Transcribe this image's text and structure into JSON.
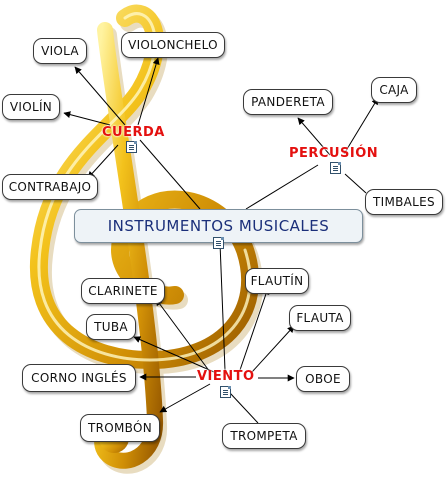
{
  "center": {
    "label": "INSTRUMENTOS MUSICALES"
  },
  "groups": {
    "cuerda": {
      "label": "CUERDA"
    },
    "percusion": {
      "label": "PERCUSIÓN"
    },
    "viento": {
      "label": "VIENTO"
    }
  },
  "cuerda_items": [
    "VIOLA",
    "VIOLONCHELO",
    "VIOLÍN",
    "CONTRABAJO"
  ],
  "percusion_items": [
    "PANDERETA",
    "CAJA",
    "TIMBALES"
  ],
  "viento_items": [
    "CLARINETE",
    "FLAUTÍN",
    "FLAUTA",
    "TUBA",
    "CORNO INGLÉS",
    "OBOE",
    "TROMBÓN",
    "TROMPETA"
  ],
  "colors": {
    "group_label": "#e4100f",
    "center_text": "#1b2f7a",
    "clef_gold": "#e6b417",
    "connector": "#000000"
  },
  "background_image": "treble-clef"
}
